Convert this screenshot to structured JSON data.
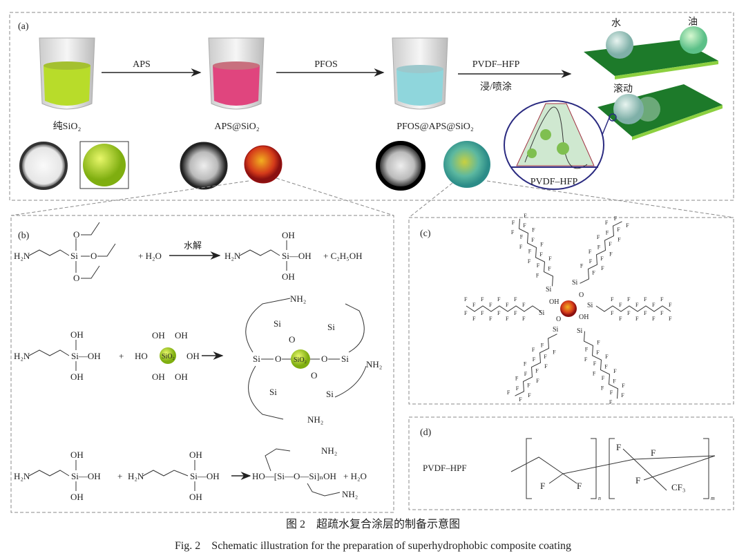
{
  "panel_a": {
    "label": "(a)",
    "beakers": [
      {
        "caption": "纯SiO₂",
        "color": "#b8dc2a"
      },
      {
        "caption": "APS@SiO₂",
        "color": "#e0457e"
      },
      {
        "caption": "PFOS@APS@SiO₂",
        "color": "#8fd6dc"
      }
    ],
    "arrows": [
      {
        "label": "APS"
      },
      {
        "label": "PFOS"
      },
      {
        "label": "PVDF–HFP",
        "sublabel": "浸/喷涂"
      }
    ],
    "droplets": {
      "water": "水",
      "oil": "油",
      "rolling": "滚动"
    },
    "inset_label": "PVDF–HFP"
  },
  "panel_b": {
    "label": "(b)",
    "row1": {
      "reactant": "H₂N",
      "si": "Si",
      "o": "O",
      "plus_water": "+ H₂O",
      "condition": "水解",
      "product_h2n": "H₂N",
      "oh": "OH",
      "si_oh": "Si—OH",
      "byproduct": "+ C₂H₅OH"
    },
    "row2": {
      "h2n": "H₂N",
      "si_oh": "Si—OH",
      "oh": "OH",
      "plus": "+",
      "core": "SiO₂",
      "ho": "HO",
      "product_core": "SiO₂",
      "si": "Si",
      "o": "O",
      "nh2": "NH₂"
    },
    "row3": {
      "h2n": "H₂N",
      "si_oh": "Si—OH",
      "oh": "OH",
      "plus": "+",
      "product": "HO—[Si—O—Si]ₙOH",
      "plus_water": "+ H₂O",
      "nh2": "NH₂"
    }
  },
  "panel_c": {
    "label": "(c)",
    "atom": "F",
    "si": "Si",
    "o": "O",
    "oh": "OH"
  },
  "panel_d": {
    "label": "(d)",
    "name": "PVDF–HPF",
    "f": "F",
    "cf3": "CF₃",
    "n": "n",
    "m": "m"
  },
  "caption": {
    "cn": "图 2　超疏水复合涂层的制备示意图",
    "en": "Fig. 2　Schematic illustration for the preparation of superhydrophobic composite coating"
  }
}
